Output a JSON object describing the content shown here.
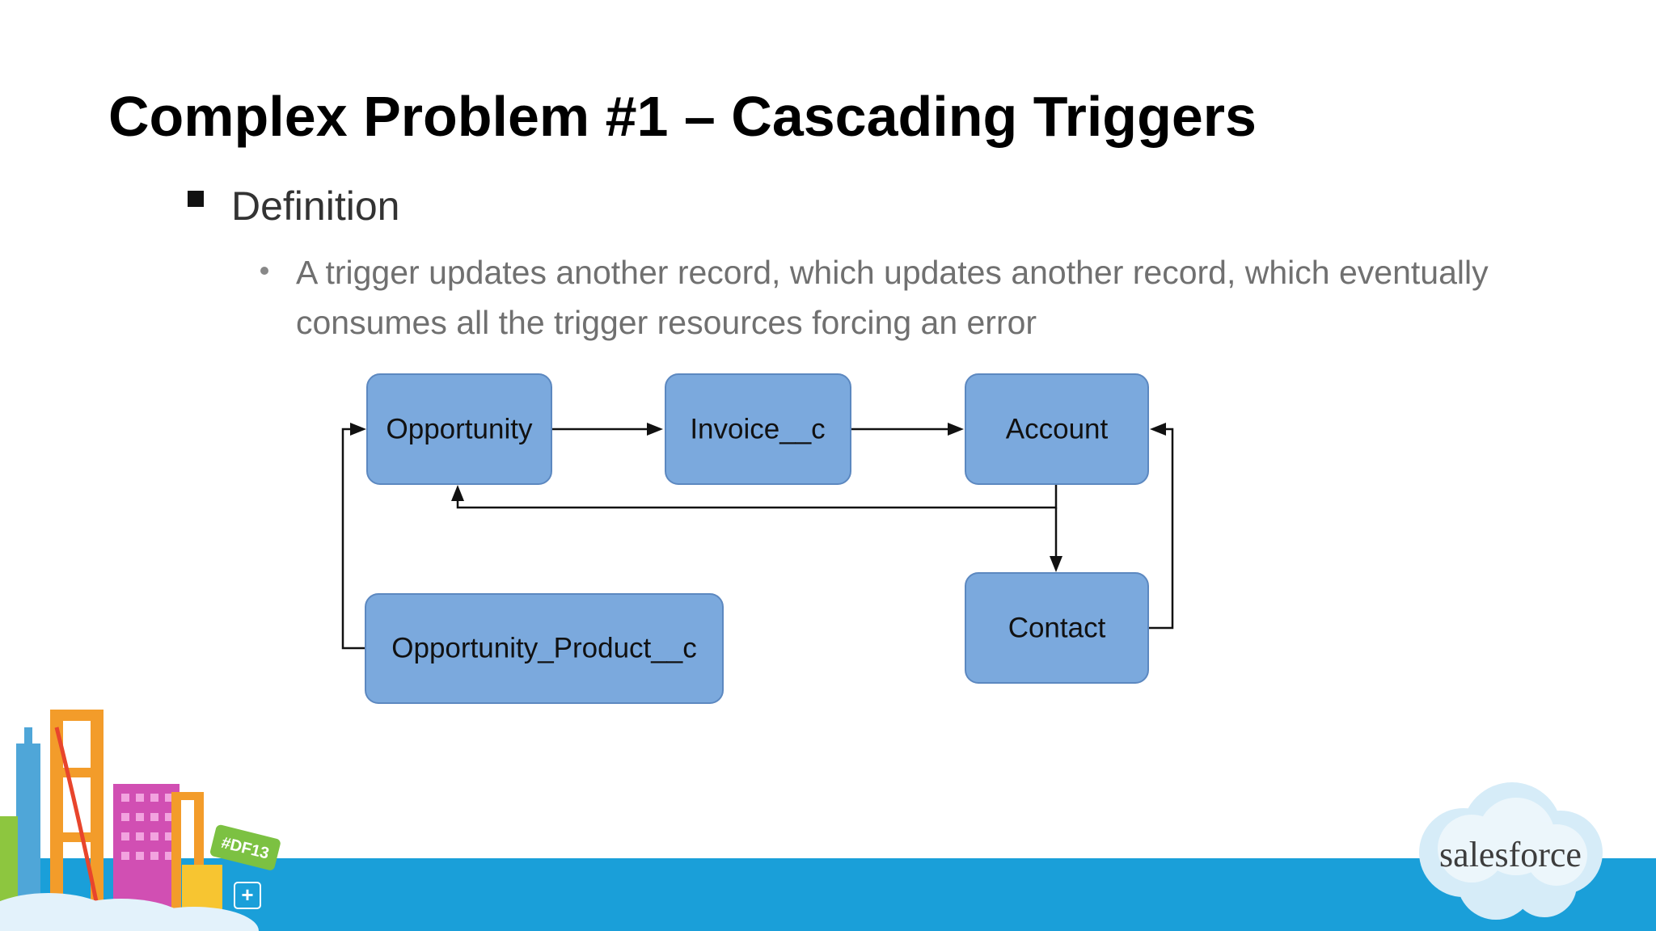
{
  "slide": {
    "title": "Complex Problem #1 – Cascading Triggers",
    "bullet_heading": "Definition",
    "description_lines": [
      "A trigger updates another record, which updates another record, which eventually",
      "consumes all the trigger resources forcing an error"
    ]
  },
  "diagram": {
    "nodes": {
      "opportunity": "Opportunity",
      "invoice": "Invoice__c",
      "account": "Account",
      "opportunity_product": "Opportunity_Product__c",
      "contact": "Contact"
    },
    "edges": [
      [
        "opportunity",
        "invoice"
      ],
      [
        "invoice",
        "account"
      ],
      [
        "account",
        "opportunity"
      ],
      [
        "account",
        "contact"
      ],
      [
        "contact",
        "account"
      ],
      [
        "opportunity_product",
        "opportunity"
      ]
    ],
    "node_color": "#7ba9dd"
  },
  "footer": {
    "badge": "#DF13",
    "brand": "salesforce",
    "bar_color": "#1a9fd9"
  }
}
